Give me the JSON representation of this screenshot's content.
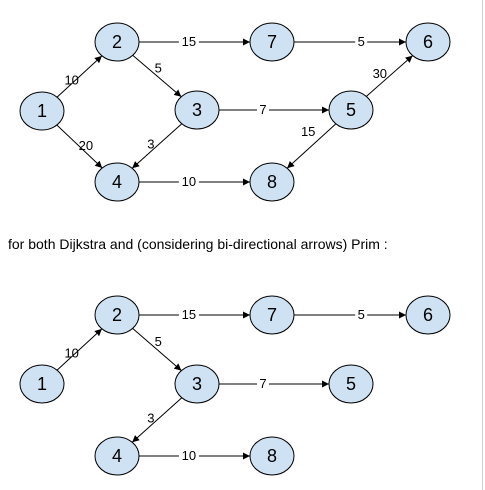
{
  "colors": {
    "node_fill": "#cfe2f3",
    "stroke": "#000000",
    "background": "#ffffff"
  },
  "caption": "for both Dijkstra and (considering bi-directional arrows) Prim :",
  "graphs": {
    "original": {
      "nodes": [
        "1",
        "2",
        "3",
        "4",
        "5",
        "6",
        "7",
        "8"
      ],
      "edges": [
        {
          "from": "1",
          "to": "2",
          "weight": "10"
        },
        {
          "from": "1",
          "to": "4",
          "weight": "20"
        },
        {
          "from": "2",
          "to": "7",
          "weight": "15"
        },
        {
          "from": "2",
          "to": "3",
          "weight": "5"
        },
        {
          "from": "7",
          "to": "6",
          "weight": "5"
        },
        {
          "from": "3",
          "to": "5",
          "weight": "7"
        },
        {
          "from": "3",
          "to": "4",
          "weight": "3"
        },
        {
          "from": "5",
          "to": "6",
          "weight": "30"
        },
        {
          "from": "5",
          "to": "8",
          "weight": "15"
        },
        {
          "from": "4",
          "to": "8",
          "weight": "10"
        }
      ]
    },
    "tree": {
      "nodes": [
        "1",
        "2",
        "3",
        "4",
        "5",
        "6",
        "7",
        "8"
      ],
      "edges": [
        {
          "from": "1",
          "to": "2",
          "weight": "10"
        },
        {
          "from": "2",
          "to": "7",
          "weight": "15"
        },
        {
          "from": "2",
          "to": "3",
          "weight": "5"
        },
        {
          "from": "7",
          "to": "6",
          "weight": "5"
        },
        {
          "from": "3",
          "to": "5",
          "weight": "7"
        },
        {
          "from": "3",
          "to": "4",
          "weight": "3"
        },
        {
          "from": "4",
          "to": "8",
          "weight": "10"
        }
      ]
    }
  }
}
